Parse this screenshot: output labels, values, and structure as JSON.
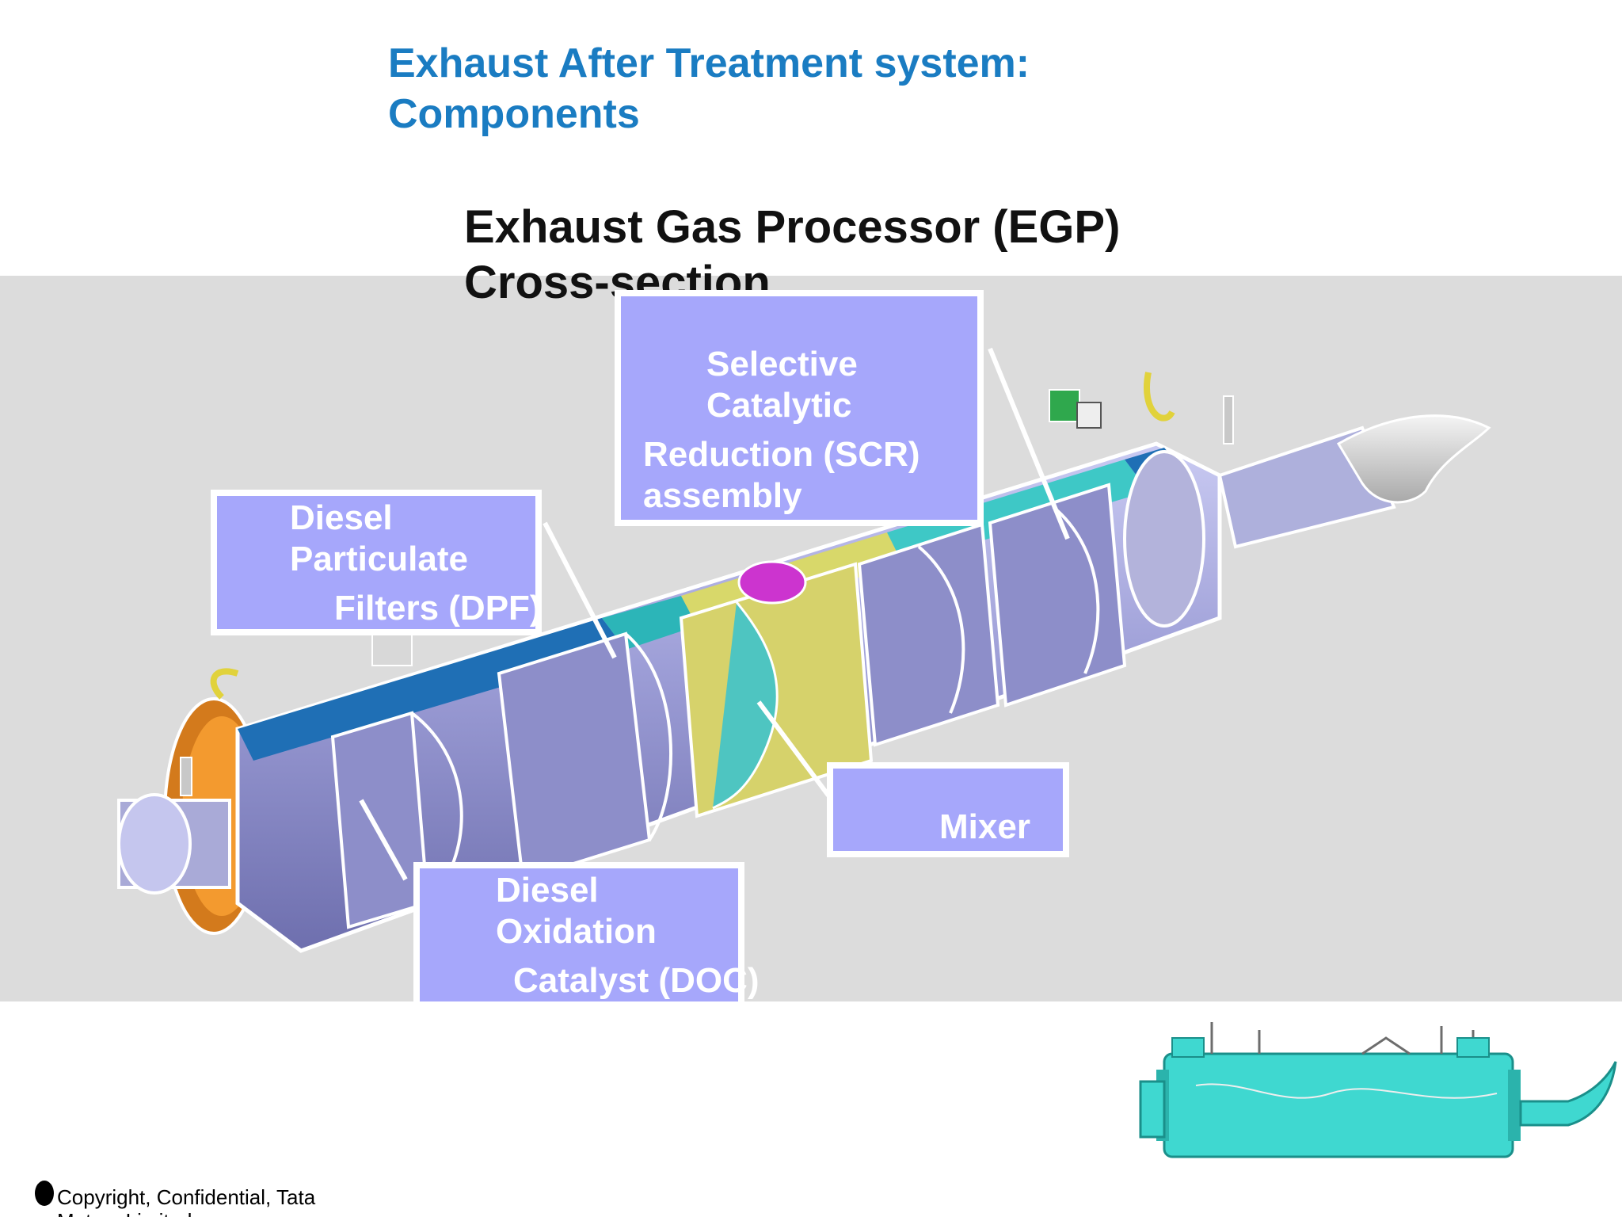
{
  "slide": {
    "title_line1": "Exhaust After Treatment system:",
    "title_line2": "Components"
  },
  "diagram": {
    "heading_line1": "Exhaust Gas Processor (EGP)",
    "heading_line2": "Cross-section",
    "callouts": {
      "scr": {
        "line1": "Selective",
        "line2": "Catalytic",
        "line3": "Reduction (SCR)",
        "line4": "assembly"
      },
      "dpf": {
        "line1": "Diesel",
        "line2": "Particulate",
        "line3": "Filters (DPF)"
      },
      "doc": {
        "line1": "Diesel",
        "line2": "Oxidation",
        "line3": "Catalyst (DOC)"
      },
      "mixer": {
        "line1": "Mixer"
      }
    }
  },
  "footer": {
    "copyright": "Copyright, Confidential, Tata Motors Limited"
  },
  "colors": {
    "title": "#1a7cc2",
    "callout_fill": "#a6a7fb",
    "band": "#dcdcdc",
    "canister": "#9c9dd6",
    "thumbnail_body": "#3fd8d0"
  }
}
